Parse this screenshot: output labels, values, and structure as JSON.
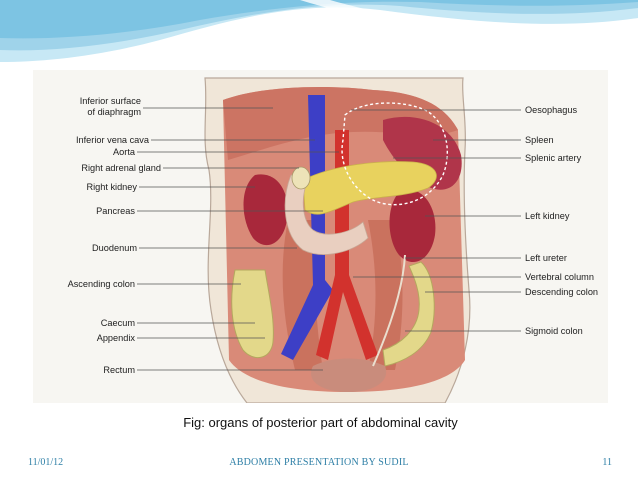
{
  "figure": {
    "labels_left": [
      "Inferior surface",
      "of diaphragm",
      "Inferior vena cava",
      "Aorta",
      "Right adrenal gland",
      "Right kidney",
      "Pancreas",
      "Duodenum",
      "Ascending colon",
      "Caecum",
      "Appendix",
      "Rectum"
    ],
    "labels_right": [
      "Oesophagus",
      "Spleen",
      "Splenic artery",
      "Left kidney",
      "Left ureter",
      "Vertebral column",
      "Descending colon",
      "Sigmoid colon"
    ]
  },
  "caption": "Fig: organs of posterior part of abdominal cavity",
  "footer": {
    "date": "11/01/12",
    "title": "ABDOMEN PRESENTATION BY SUDIL",
    "page": "11"
  },
  "colors": {
    "accent": "#2e7fa6",
    "header_blue": "#9fd3ea"
  }
}
